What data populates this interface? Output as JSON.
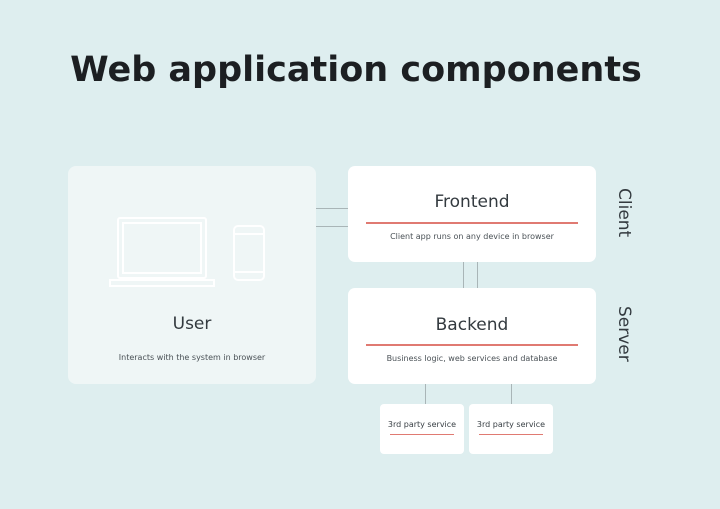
{
  "title": "Web application components",
  "user": {
    "title": "User",
    "subtitle": "Interacts with the system in browser",
    "icons": [
      "laptop-icon",
      "phone-icon"
    ]
  },
  "frontend": {
    "title": "Frontend",
    "subtitle": "Client app runs on any device in browser"
  },
  "backend": {
    "title": "Backend",
    "subtitle": "Business logic, web services and database"
  },
  "third_party": [
    {
      "title": "3rd party service"
    },
    {
      "title": "3rd party service"
    }
  ],
  "tiers": {
    "client": "Client",
    "server": "Server"
  },
  "colors": {
    "background": "#deeeef",
    "card": "#ffffff",
    "user_card": "#eff6f6",
    "accent_line": "#e07a72",
    "text": "#333a3f",
    "title": "#1c1f22"
  }
}
